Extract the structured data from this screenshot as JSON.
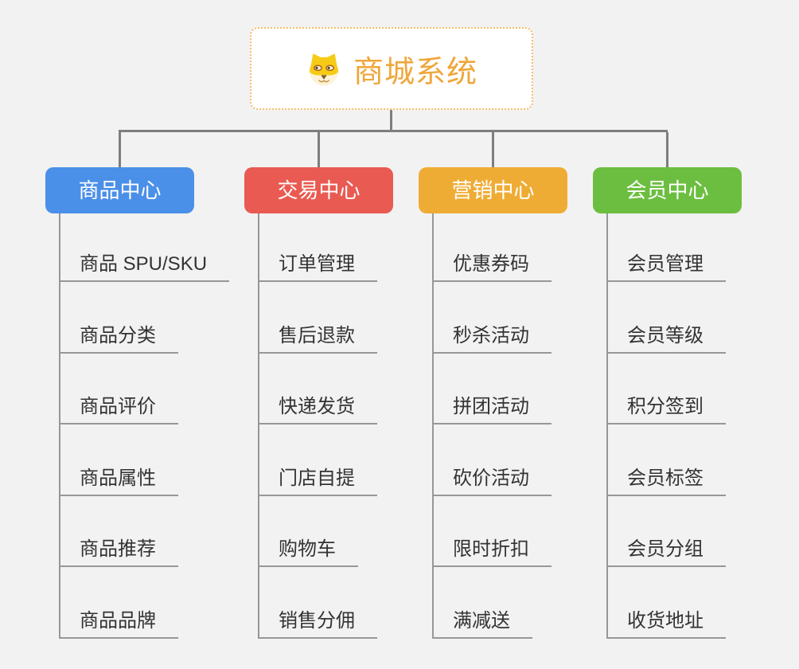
{
  "root": {
    "title": "商城系统",
    "icon": "dog-face-icon",
    "title_color": "#F0A63A",
    "border_color": "#F6BC66"
  },
  "colors": {
    "background": "#F2F2F2",
    "connector": "#7E7E7E",
    "leaf_line": "#979797",
    "leaf_text": "#333333"
  },
  "branches": [
    {
      "label": "商品中心",
      "color": "#4B90E8",
      "children": [
        "商品 SPU/SKU",
        "商品分类",
        "商品评价",
        "商品属性",
        "商品推荐",
        "商品品牌"
      ]
    },
    {
      "label": "交易中心",
      "color": "#E95B52",
      "children": [
        "订单管理",
        "售后退款",
        "快递发货",
        "门店自提",
        "购物车",
        "销售分佣"
      ]
    },
    {
      "label": "营销中心",
      "color": "#EFAC35",
      "children": [
        "优惠券码",
        "秒杀活动",
        "拼团活动",
        "砍价活动",
        "限时折扣",
        "满减送"
      ]
    },
    {
      "label": "会员中心",
      "color": "#6CBE40",
      "children": [
        "会员管理",
        "会员等级",
        "积分签到",
        "会员标签",
        "会员分组",
        "收货地址"
      ]
    }
  ]
}
